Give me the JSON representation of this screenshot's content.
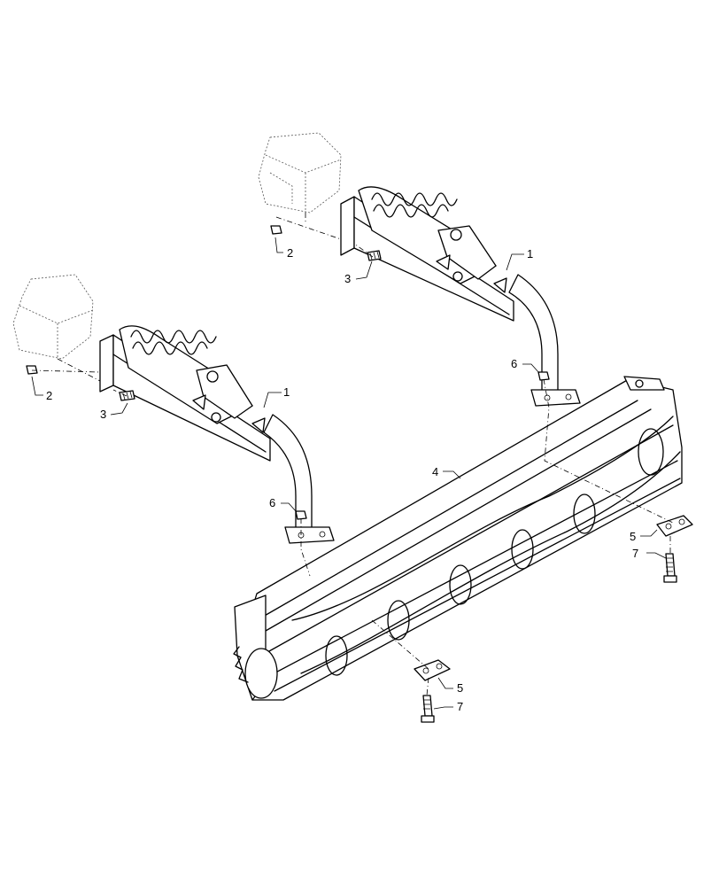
{
  "callouts": [
    {
      "id": "c1a",
      "text": "1"
    },
    {
      "id": "c1b",
      "text": "1"
    },
    {
      "id": "c2a",
      "text": "2"
    },
    {
      "id": "c2b",
      "text": "2"
    },
    {
      "id": "c3a",
      "text": "3"
    },
    {
      "id": "c3b",
      "text": "3"
    },
    {
      "id": "c4",
      "text": "4"
    },
    {
      "id": "c5a",
      "text": "5"
    },
    {
      "id": "c5b",
      "text": "5"
    },
    {
      "id": "c6a",
      "text": "6"
    },
    {
      "id": "c6b",
      "text": "6"
    },
    {
      "id": "c7a",
      "text": "7"
    },
    {
      "id": "c7b",
      "text": "7"
    }
  ]
}
